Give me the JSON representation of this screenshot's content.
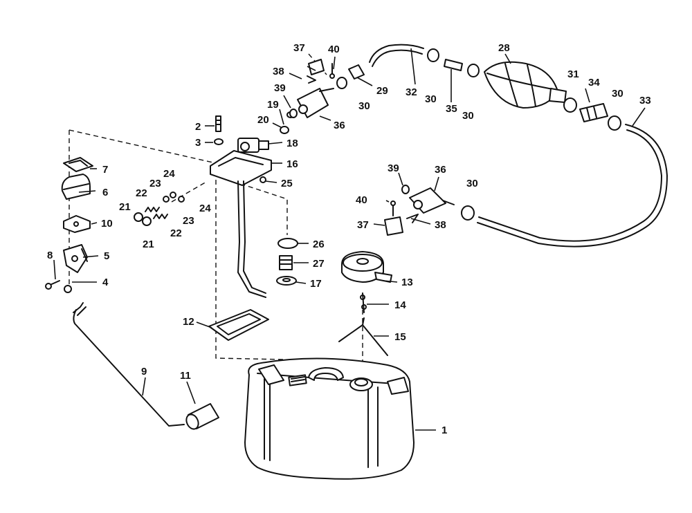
{
  "callouts": [
    {
      "id": "1",
      "text": "1"
    },
    {
      "id": "2",
      "text": "2"
    },
    {
      "id": "3",
      "text": "3"
    },
    {
      "id": "4",
      "text": "4"
    },
    {
      "id": "5",
      "text": "5"
    },
    {
      "id": "6",
      "text": "6"
    },
    {
      "id": "7",
      "text": "7"
    },
    {
      "id": "8",
      "text": "8"
    },
    {
      "id": "9",
      "text": "9"
    },
    {
      "id": "10",
      "text": "10"
    },
    {
      "id": "11",
      "text": "11"
    },
    {
      "id": "12",
      "text": "12"
    },
    {
      "id": "13",
      "text": "13"
    },
    {
      "id": "14",
      "text": "14"
    },
    {
      "id": "15",
      "text": "15"
    },
    {
      "id": "16",
      "text": "16"
    },
    {
      "id": "17",
      "text": "17"
    },
    {
      "id": "18",
      "text": "18"
    },
    {
      "id": "19",
      "text": "19"
    },
    {
      "id": "20",
      "text": "20"
    },
    {
      "id": "21a",
      "text": "21"
    },
    {
      "id": "21b",
      "text": "21"
    },
    {
      "id": "22a",
      "text": "22"
    },
    {
      "id": "22b",
      "text": "22"
    },
    {
      "id": "23a",
      "text": "23"
    },
    {
      "id": "23b",
      "text": "23"
    },
    {
      "id": "24a",
      "text": "24"
    },
    {
      "id": "24b",
      "text": "24"
    },
    {
      "id": "25",
      "text": "25"
    },
    {
      "id": "26",
      "text": "26"
    },
    {
      "id": "27",
      "text": "27"
    },
    {
      "id": "28",
      "text": "28"
    },
    {
      "id": "29",
      "text": "29"
    },
    {
      "id": "30a",
      "text": "30"
    },
    {
      "id": "30b",
      "text": "30"
    },
    {
      "id": "30c",
      "text": "30"
    },
    {
      "id": "30d",
      "text": "30"
    },
    {
      "id": "30e",
      "text": "30"
    },
    {
      "id": "31",
      "text": "31"
    },
    {
      "id": "32",
      "text": "32"
    },
    {
      "id": "33",
      "text": "33"
    },
    {
      "id": "34",
      "text": "34"
    },
    {
      "id": "35",
      "text": "35"
    },
    {
      "id": "36a",
      "text": "36"
    },
    {
      "id": "36b",
      "text": "36"
    },
    {
      "id": "37a",
      "text": "37"
    },
    {
      "id": "37b",
      "text": "37"
    },
    {
      "id": "38a",
      "text": "38"
    },
    {
      "id": "38b",
      "text": "38"
    },
    {
      "id": "39a",
      "text": "39"
    },
    {
      "id": "39b",
      "text": "39"
    },
    {
      "id": "40a",
      "text": "40"
    },
    {
      "id": "40b",
      "text": "40"
    }
  ]
}
